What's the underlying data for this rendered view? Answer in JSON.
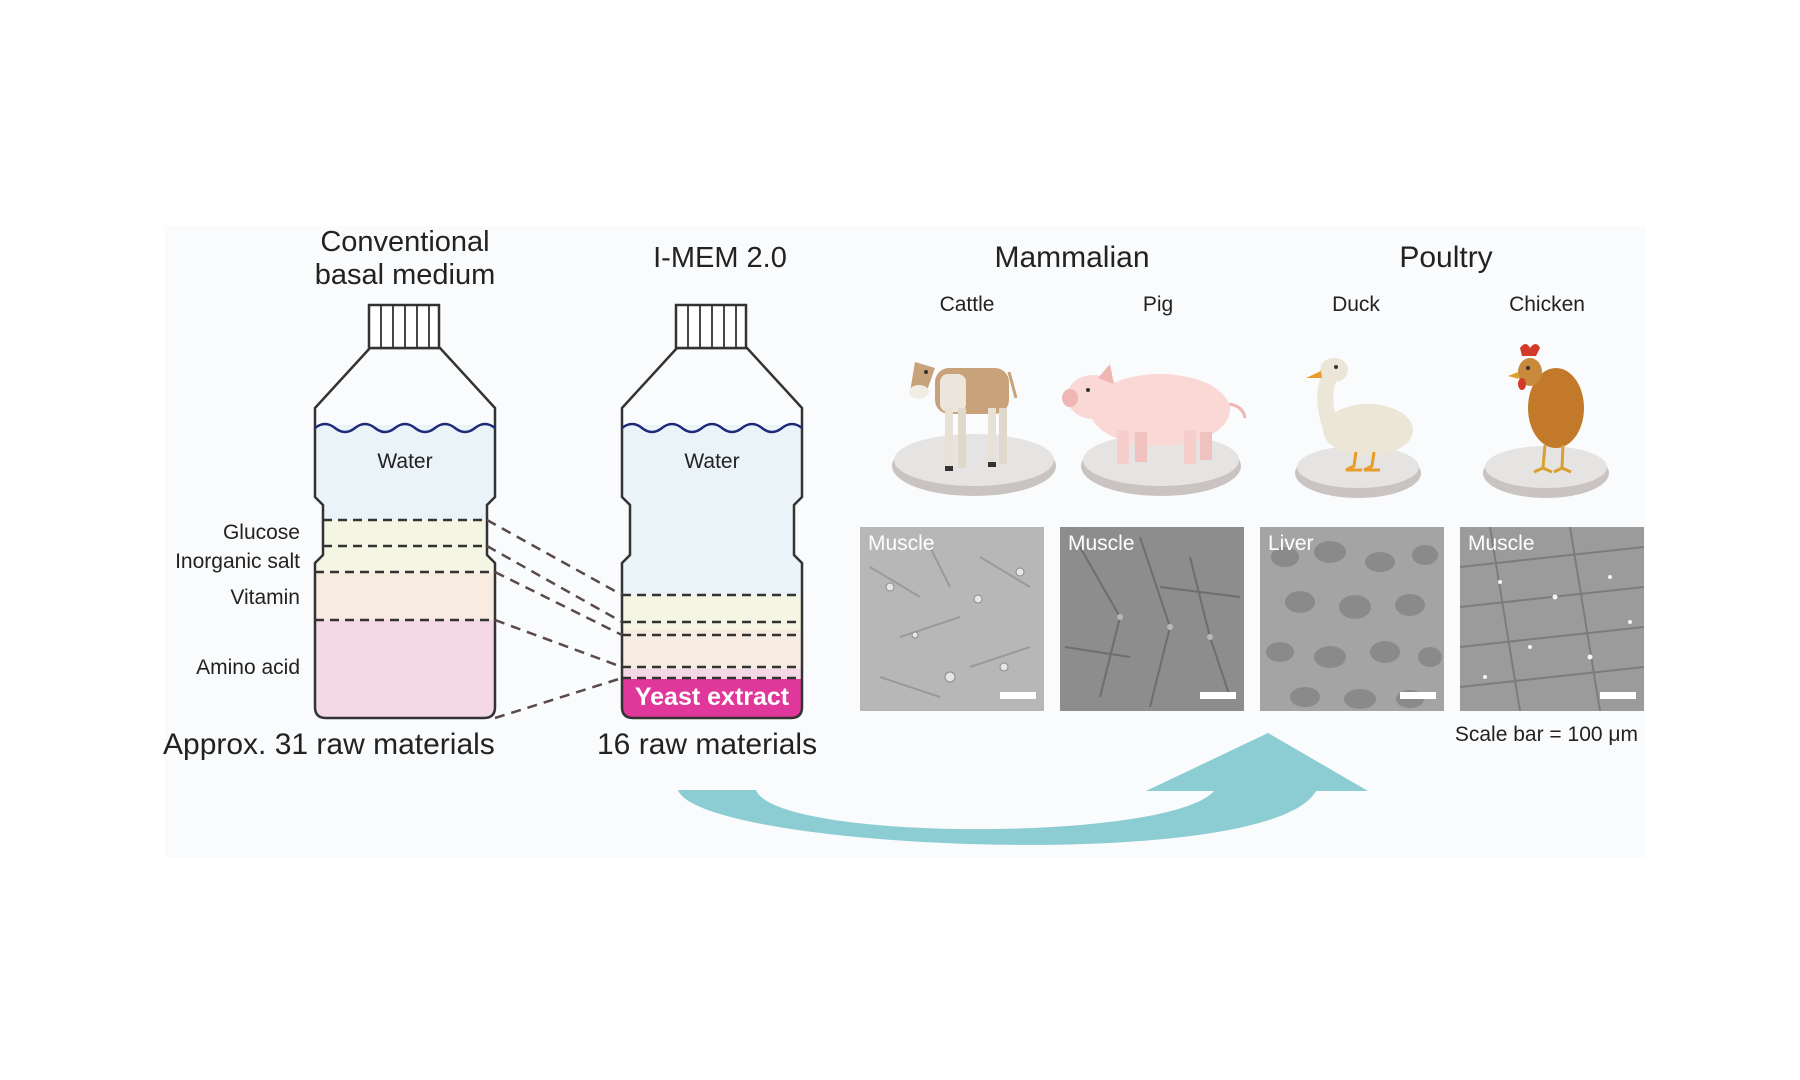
{
  "left": {
    "conventional_title_line1": "Conventional",
    "conventional_title_line2": "basal medium",
    "imem_title": "I-MEM 2.0",
    "water_label": "Water",
    "layers": {
      "glucose": "Glucose",
      "inorganic_salt": "Inorganic salt",
      "vitamin": "Vitamin",
      "amino_acid": "Amino acid"
    },
    "yeast_extract": "Yeast extract",
    "conventional_count": "Approx.  31 raw materials",
    "imem_count": "16 raw materials"
  },
  "right": {
    "groups": {
      "mammalian": "Mammalian",
      "poultry": "Poultry"
    },
    "animals": [
      {
        "name": "Cattle",
        "tissue": "Muscle"
      },
      {
        "name": "Pig",
        "tissue": "Muscle"
      },
      {
        "name": "Duck",
        "tissue": "Liver"
      },
      {
        "name": "Chicken",
        "tissue": "Muscle"
      }
    ],
    "scale_bar": "Scale bar = 100 μm"
  },
  "colors": {
    "water": "#eaf3f7",
    "glucose": "#f4f6e3",
    "vitamin": "#f8ece2",
    "amino_acid": "#f4d8e6",
    "yeast_extract": "#e0379a",
    "arrow": "#8ccdd3",
    "wave": "#1e2a7a"
  }
}
